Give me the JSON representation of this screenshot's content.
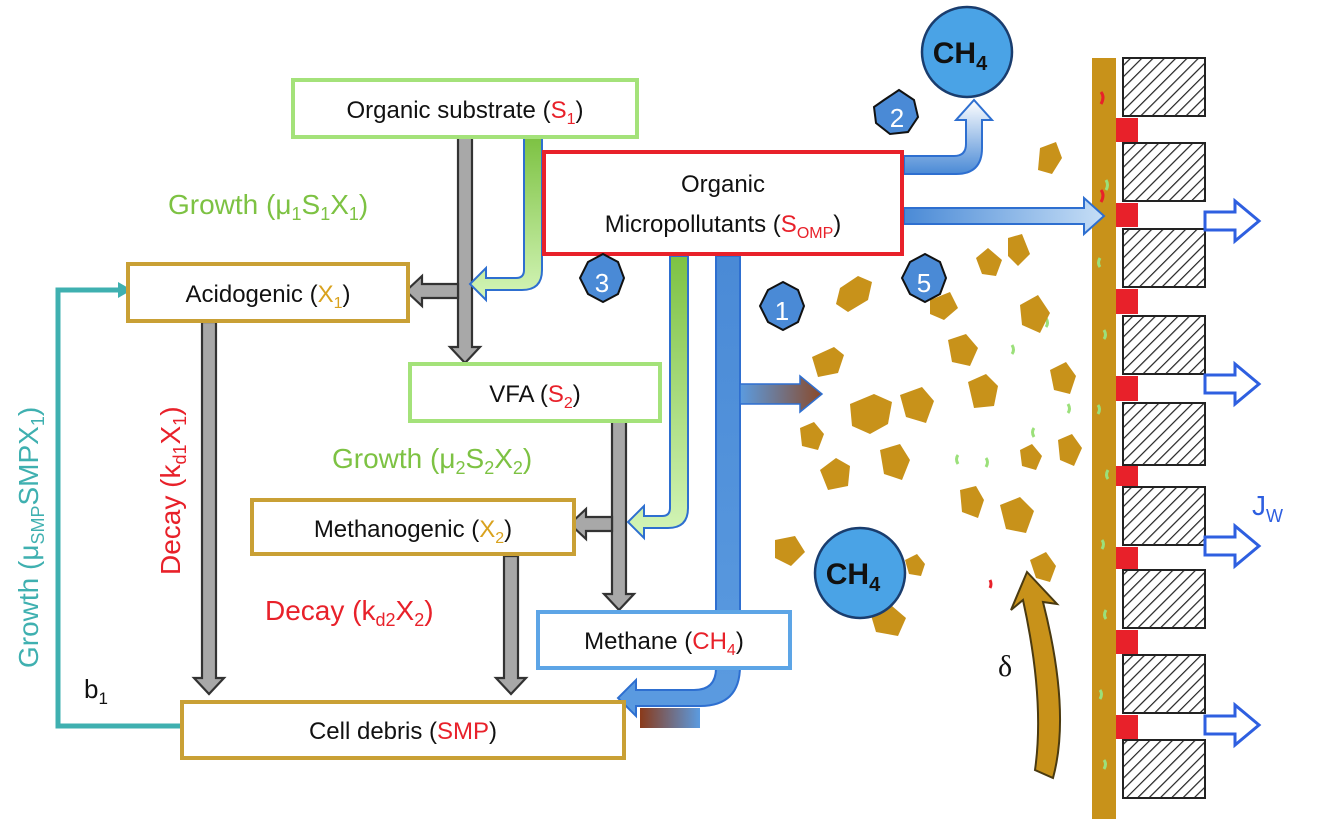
{
  "boxes": {
    "organic_substrate": {
      "text": "Organic substrate (",
      "sym": "S",
      "sub": "1",
      "close": ")"
    },
    "omp": {
      "line1": "Organic",
      "line2": "Micropollutants (",
      "sym": "S",
      "sub": "OMP",
      "close": ")"
    },
    "acidogenic": {
      "text": "Acidogenic (",
      "sym": "X",
      "sub": "1",
      "close": ")"
    },
    "vfa": {
      "text": "VFA (",
      "sym": "S",
      "sub": "2",
      "close": ")"
    },
    "methanogenic": {
      "text": "Methanogenic (",
      "sym": "X",
      "sub": "2",
      "close": ")"
    },
    "methane": {
      "text": "Methane (",
      "sym": "CH",
      "sub": "4",
      "close": ")"
    },
    "cell_debris": {
      "text": "Cell debris (",
      "sym": "SMP",
      "close": ")"
    }
  },
  "labels": {
    "growth1": {
      "pre": "Growth (μ",
      "s1": "1",
      "m1": "S",
      "s2": "1",
      "m2": "X",
      "s3": "1",
      "close": ")"
    },
    "growth2": {
      "pre": "Growth (μ",
      "s1": "2",
      "m1": "S",
      "s2": "2",
      "m2": "X",
      "s3": "2",
      "close": ")"
    },
    "growth_smp": {
      "pre": "Growth (μ",
      "s1": "SMP",
      "m1": "SMPX",
      "s2": "1",
      "close": ")"
    },
    "decay1": {
      "pre": "Decay (k",
      "s1": "d1",
      "m1": "X",
      "s2": "1",
      "close": ")"
    },
    "decay2": {
      "pre": "Decay (k",
      "s1": "d2",
      "m1": "X",
      "s2": "2",
      "close": ")"
    },
    "b1": {
      "pre": "b",
      "s1": "1"
    },
    "delta": "δ",
    "jw": {
      "pre": "J",
      "s1": "W"
    }
  },
  "circles": [
    "1",
    "2",
    "3",
    "5"
  ],
  "ch4": {
    "sym": "CH",
    "sub": "4"
  },
  "colors": {
    "green": "#7dc243",
    "green_light": "#b3ec8a",
    "red": "#e8212a",
    "tan": "#c8921a",
    "tan_border": "#c9a035",
    "blue": "#3a7cc8",
    "blue_light": "#5da5e6",
    "teal": "#3fb0b0",
    "gray": "#a8a8a8"
  }
}
